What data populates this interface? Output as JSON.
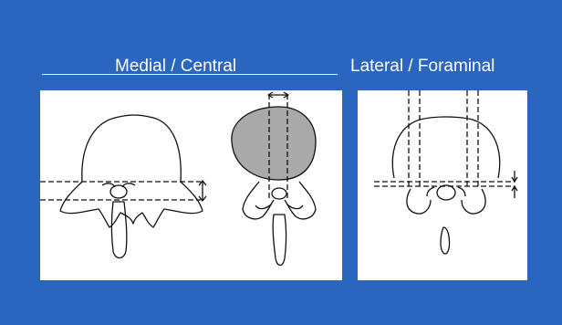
{
  "headings": {
    "medial_central": "Medial / Central",
    "lateral_foraminal": "Lateral / Foraminal"
  },
  "colors": {
    "background": "#2a66c0",
    "panel": "#ffffff",
    "line": "#111111",
    "disc_fill": "#a9a9a9"
  },
  "figures": [
    {
      "name": "axial-vertebra-horizontal-zone",
      "icon": "vertebra-axial-icon"
    },
    {
      "name": "axial-vertebra-central-canal-zone",
      "icon": "vertebra-disc-icon"
    },
    {
      "name": "axial-vertebra-foraminal-zone",
      "icon": "vertebra-foramen-icon"
    }
  ]
}
